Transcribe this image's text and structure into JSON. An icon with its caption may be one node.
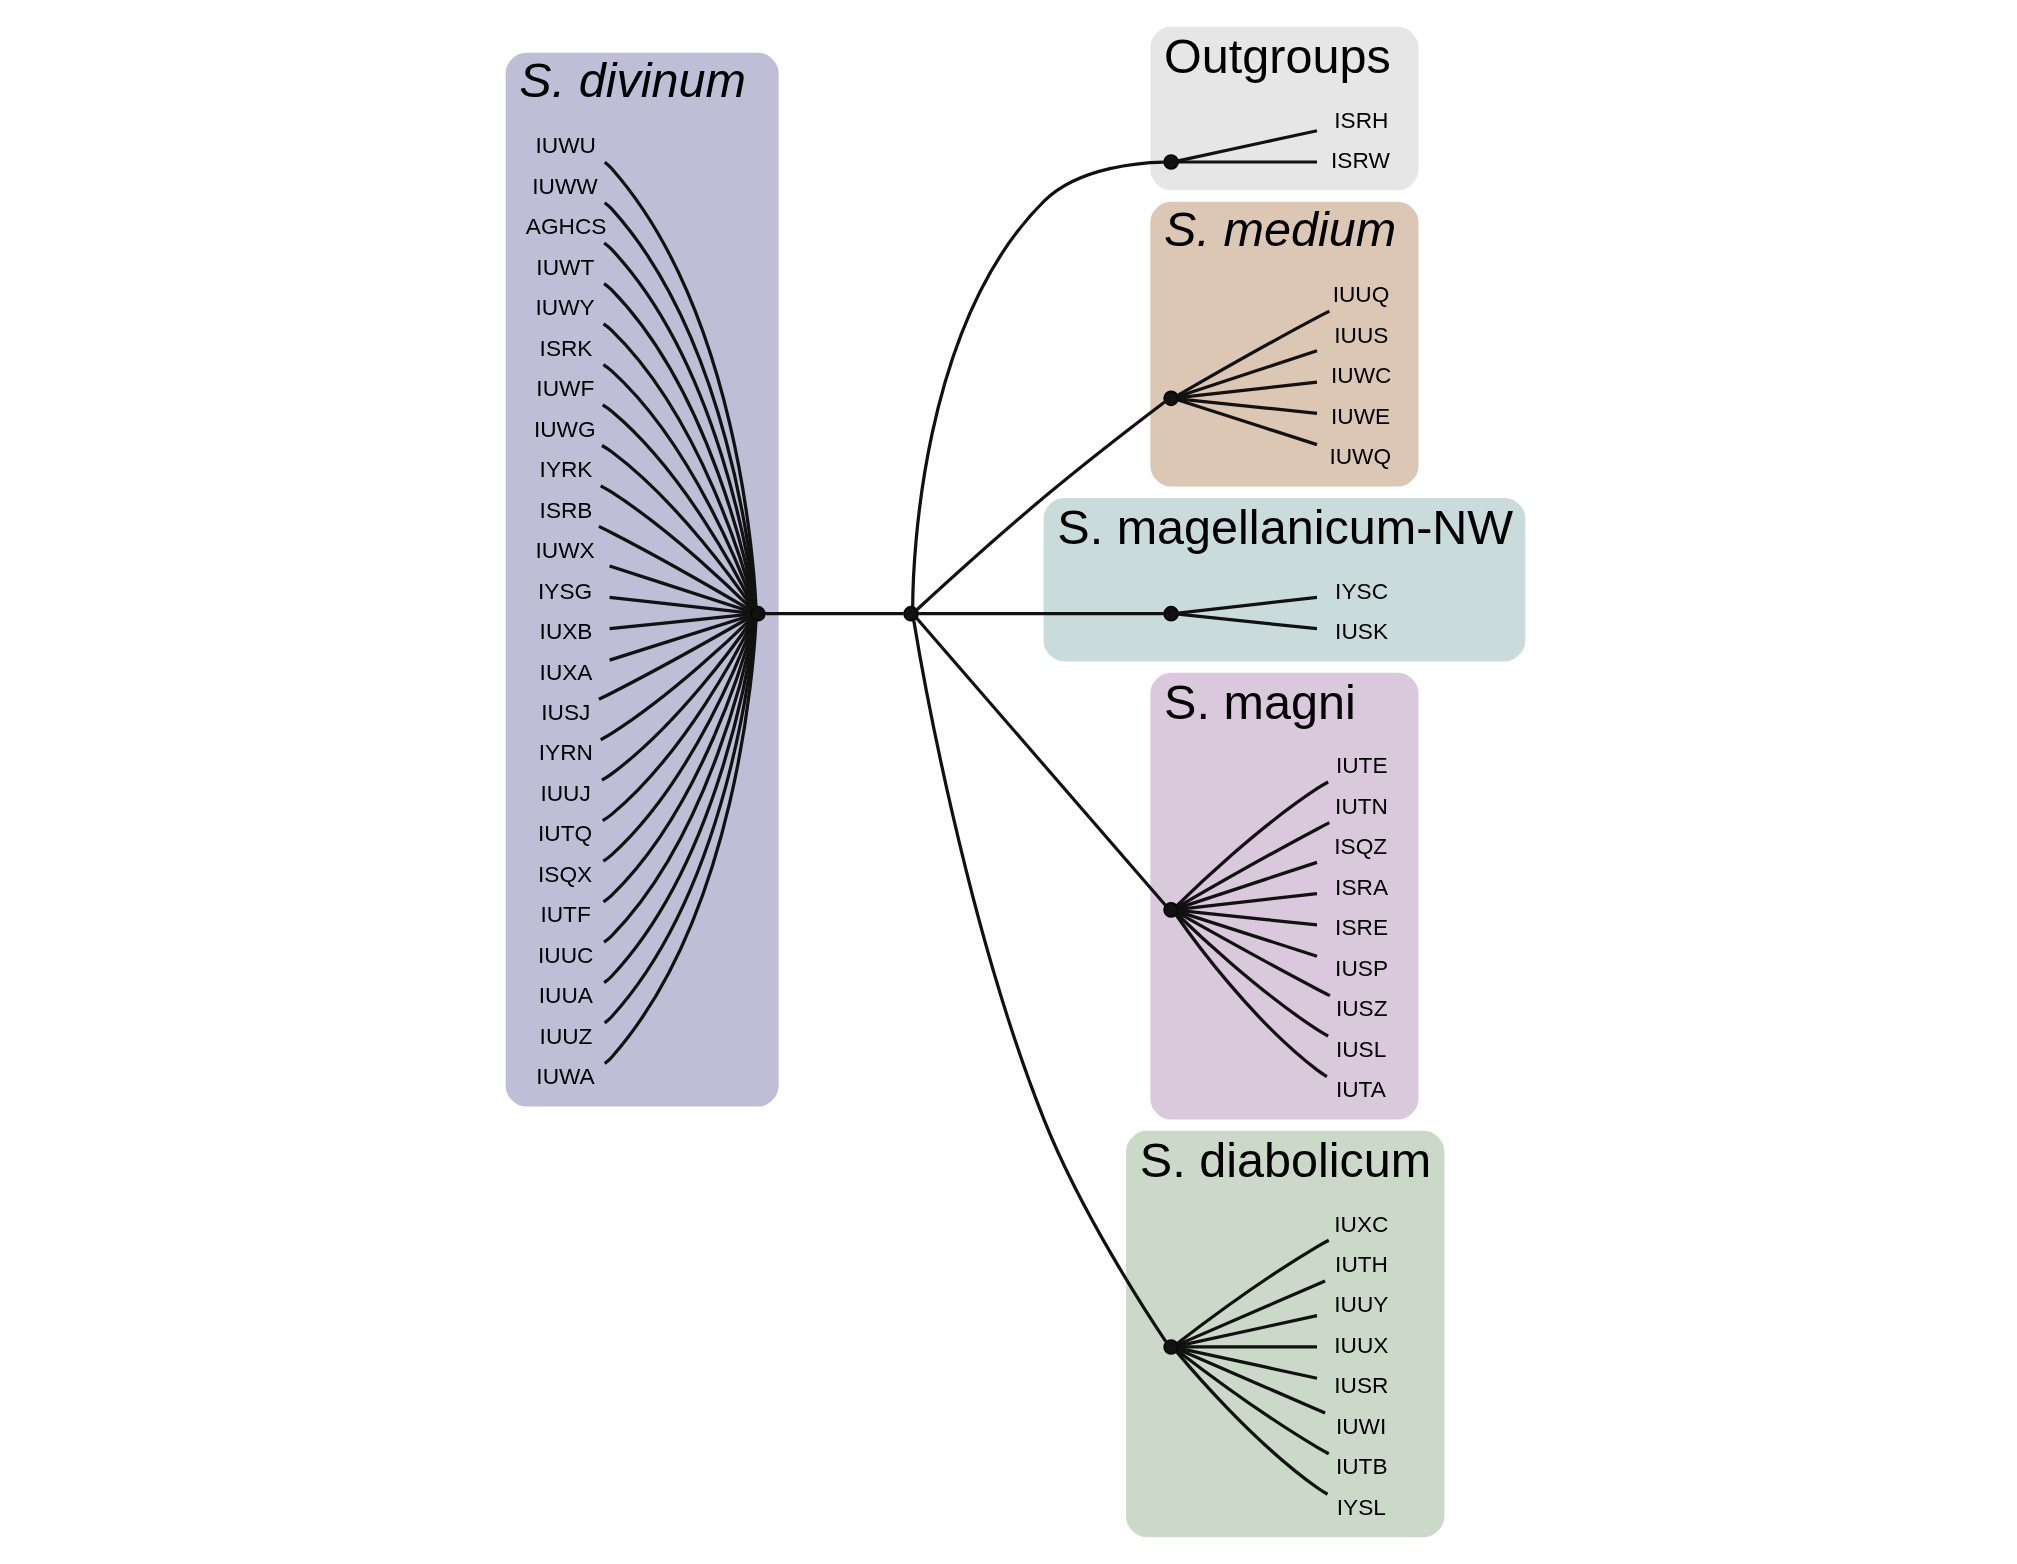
{
  "diagram": {
    "nodes": [
      {
        "text": [
          "Outgroups"
        ]
      },
      {
        "text": [
          "ISRW"
        ],
        "in": 0
      },
      {
        "text": [
          "ISRH"
        ],
        "in": 0
      },
      {
        "text": [
          "S. medium"
        ]
      },
      {
        "text": [
          "IUWQ"
        ],
        "in": 3
      },
      {
        "text": [
          "IUWE"
        ],
        "in": 3
      },
      {
        "text": [
          "IUWC"
        ],
        "in": 3
      },
      {
        "text": [
          "IUUS"
        ],
        "in": 3
      },
      {
        "text": [
          "IUUQ"
        ],
        "in": 3
      },
      {
        "text": [
          "S. magellanicum-NW"
        ]
      },
      {
        "text": [
          "IUSK"
        ],
        "in": 9
      },
      {
        "text": [
          "IYSC"
        ],
        "in": 9
      },
      {
        "text": [
          "S. magni"
        ]
      },
      {
        "text": [
          "IUTA"
        ],
        "in": 12
      },
      {
        "text": [
          "IUSL"
        ],
        "in": 12
      },
      {
        "text": [
          "IUSZ"
        ],
        "in": 12
      },
      {
        "text": [
          "IUSP"
        ],
        "in": 12
      },
      {
        "text": [
          "ISRE"
        ],
        "in": 12
      },
      {
        "text": [
          "ISRA"
        ],
        "in": 12
      },
      {
        "text": [
          "ISQZ"
        ],
        "in": 12
      },
      {
        "text": [
          "IUTN"
        ],
        "in": 12
      },
      {
        "text": [
          "IUTE"
        ],
        "in": 12
      },
      {
        "text": [
          "S. divinum"
        ]
      },
      {
        "text": [
          "IUWU"
        ],
        "in": 22
      },
      {
        "text": [
          "IUWW"
        ],
        "in": 22
      },
      {
        "text": [
          "AGHCS"
        ],
        "in": 22
      },
      {
        "text": [
          "IUWT"
        ],
        "in": 22
      },
      {
        "text": [
          "IUWY"
        ],
        "in": 22
      },
      {
        "text": [
          "ISRK"
        ],
        "in": 22
      },
      {
        "text": [
          "IUWF"
        ],
        "in": 22
      },
      {
        "text": [
          "IUWG"
        ],
        "in": 22
      },
      {
        "text": [
          "IYRK"
        ],
        "in": 22
      },
      {
        "text": [
          "ISRB"
        ],
        "in": 22
      },
      {
        "text": [
          "IUWX"
        ],
        "in": 22
      },
      {
        "text": [
          "IYSG"
        ],
        "in": 22
      },
      {
        "text": [
          "IUXB"
        ],
        "in": 22
      },
      {
        "text": [
          "IUXA"
        ],
        "in": 22
      },
      {
        "text": [
          "IUSJ"
        ],
        "in": 22
      },
      {
        "text": [
          "IYRN"
        ],
        "in": 22
      },
      {
        "text": [
          "IUUJ"
        ],
        "in": 22
      },
      {
        "text": [
          "IUTQ"
        ],
        "in": 22
      },
      {
        "text": [
          "ISQX"
        ],
        "in": 22
      },
      {
        "text": [
          "IUTF"
        ],
        "in": 22
      },
      {
        "text": [
          "IUUC"
        ],
        "in": 22
      },
      {
        "text": [
          "IUUA"
        ],
        "in": 22
      },
      {
        "text": [
          "IUUZ"
        ],
        "in": 22
      },
      {
        "text": [
          "IUWA"
        ],
        "in": 22
      },
      {
        "text": [
          "S. diabolicum"
        ]
      },
      {
        "text": [
          "IYSL"
        ],
        "in": 47
      },
      {
        "text": [
          "IUTB"
        ],
        "in": 47
      },
      {
        "text": [
          "IUWI"
        ],
        "in": 47
      },
      {
        "text": [
          "IUSR"
        ],
        "in": 47
      },
      {
        "text": [
          "IUUX"
        ],
        "in": 47
      },
      {
        "text": [
          "IUUY"
        ],
        "in": 47
      },
      {
        "text": [
          "IUTH"
        ],
        "in": 47
      },
      {
        "text": [
          "IUXC"
        ],
        "in": 47
      },
      {
        "text": [],
        "shape": "point"
      },
      {
        "text": [],
        "shape": "point",
        "in": 0
      },
      {
        "text": [],
        "shape": "point",
        "in": 3
      },
      {
        "text": [],
        "shape": "point",
        "in": 9
      },
      {
        "text": [],
        "shape": "point",
        "in": 12
      },
      {
        "text": [],
        "shape": "point",
        "in": 22
      },
      {
        "text": [],
        "shape": "point",
        "in": 47
      }
    ],
    "edges": [
      {
        "from": 56,
        "to": 57,
        "arrow": "none"
      },
      {
        "from": 57,
        "to": 1,
        "arrow": "none"
      },
      {
        "from": 57,
        "to": 2,
        "arrow": "none"
      },
      {
        "from": 56,
        "to": 58,
        "arrow": "none"
      },
      {
        "from": 58,
        "to": 4,
        "arrow": "none"
      },
      {
        "from": 58,
        "to": 5,
        "arrow": "none"
      },
      {
        "from": 58,
        "to": 6,
        "arrow": "none"
      },
      {
        "from": 58,
        "to": 7,
        "arrow": "none"
      },
      {
        "from": 58,
        "to": 8,
        "arrow": "none"
      },
      {
        "from": 56,
        "to": 59,
        "arrow": "none"
      },
      {
        "from": 59,
        "to": 10,
        "arrow": "none"
      },
      {
        "from": 59,
        "to": 11,
        "arrow": "none"
      },
      {
        "from": 56,
        "to": 60,
        "arrow": "none"
      },
      {
        "from": 60,
        "to": 13,
        "arrow": "none"
      },
      {
        "from": 60,
        "to": 14,
        "arrow": "none"
      },
      {
        "from": 60,
        "to": 15,
        "arrow": "none"
      },
      {
        "from": 60,
        "to": 16,
        "arrow": "none"
      },
      {
        "from": 60,
        "to": 17,
        "arrow": "none"
      },
      {
        "from": 60,
        "to": 18,
        "arrow": "none"
      },
      {
        "from": 60,
        "to": 19,
        "arrow": "none"
      },
      {
        "from": 60,
        "to": 20,
        "arrow": "none"
      },
      {
        "from": 60,
        "to": 21,
        "arrow": "none"
      },
      {
        "from": 56,
        "to": 61,
        "arrow": "none"
      },
      {
        "from": 61,
        "to": 23,
        "arrow": "none"
      },
      {
        "from": 61,
        "to": 24,
        "arrow": "none"
      },
      {
        "from": 61,
        "to": 25,
        "arrow": "none"
      },
      {
        "from": 61,
        "to": 26,
        "arrow": "none"
      },
      {
        "from": 61,
        "to": 27,
        "arrow": "none"
      },
      {
        "from": 61,
        "to": 28,
        "arrow": "none"
      },
      {
        "from": 61,
        "to": 29,
        "arrow": "none"
      },
      {
        "from": 61,
        "to": 30,
        "arrow": "none"
      },
      {
        "from": 61,
        "to": 31,
        "arrow": "none"
      },
      {
        "from": 61,
        "to": 32,
        "arrow": "none"
      },
      {
        "from": 61,
        "to": 33,
        "arrow": "none"
      },
      {
        "from": 61,
        "to": 34,
        "arrow": "none"
      },
      {
        "from": 61,
        "to": 35,
        "arrow": "none"
      },
      {
        "from": 61,
        "to": 36,
        "arrow": "none"
      },
      {
        "from": 61,
        "to": 37,
        "arrow": "none"
      },
      {
        "from": 61,
        "to": 38,
        "arrow": "none"
      },
      {
        "from": 61,
        "to": 39,
        "arrow": "none"
      },
      {
        "from": 61,
        "to": 40,
        "arrow": "none"
      },
      {
        "from": 61,
        "to": 41,
        "arrow": "none"
      },
      {
        "from": 61,
        "to": 42,
        "arrow": "none"
      },
      {
        "from": 61,
        "to": 43,
        "arrow": "none"
      },
      {
        "from": 61,
        "to": 44,
        "arrow": "none"
      },
      {
        "from": 61,
        "to": 45,
        "arrow": "none"
      },
      {
        "from": 61,
        "to": 46,
        "arrow": "none"
      },
      {
        "from": 56,
        "to": 62,
        "arrow": "none"
      },
      {
        "from": 62,
        "to": 48,
        "arrow": "none"
      },
      {
        "from": 62,
        "to": 49,
        "arrow": "none"
      },
      {
        "from": 62,
        "to": 50,
        "arrow": "none"
      },
      {
        "from": 62,
        "to": 51,
        "arrow": "none"
      },
      {
        "from": 62,
        "to": 52,
        "arrow": "none"
      },
      {
        "from": 62,
        "to": 53,
        "arrow": "none"
      },
      {
        "from": 62,
        "to": 54,
        "arrow": "none"
      },
      {
        "from": 62,
        "to": 55,
        "arrow": "none"
      }
    ]
  }
}
